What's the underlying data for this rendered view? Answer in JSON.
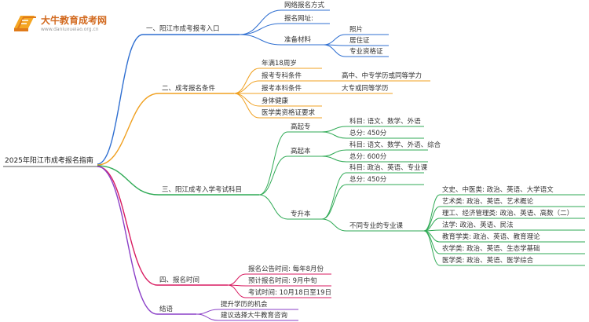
{
  "brand": {
    "name": "大牛教育成考网",
    "url": "www.daniuxueiao.org.cn"
  },
  "colors": {
    "blue": "#2f6fd1",
    "orange": "#f0a020",
    "green": "#2faa55",
    "red": "#d81b60",
    "purple": "#8a3fc7"
  },
  "root": "2025年阳江市成考报名指南",
  "b1": {
    "label": "一、阳江市成考报考入口",
    "i1": "网络报名方式",
    "i2": "报名网址:",
    "i3": "准备材料",
    "m1": "照片",
    "m2": "居住证",
    "m3": "专业资格证"
  },
  "b2": {
    "label": "二、成考报名条件",
    "c1": "年满18周岁",
    "c2": "报考专科条件",
    "c2v": "高中、中专学历或同等学力",
    "c3": "报考本科条件",
    "c3v": "大专或同等学历",
    "c4": "身体健康",
    "c5": "医学类资格证要求"
  },
  "b3": {
    "label": "三、阳江成考入学考试科目",
    "gqz": {
      "label": "高起专",
      "s": "科目: 语文、数学、外语",
      "t": "总分: 450分"
    },
    "gqb": {
      "label": "高起本",
      "s": "科目: 语文、数学、外语、综合",
      "t": "总分: 600分"
    },
    "zsb": {
      "label": "专升本",
      "s": "科目: 政治、英语、专业课",
      "t": "总分: 450分",
      "diff": "不同专业的专业课",
      "majors": [
        "文史、中医类: 政治、英语、大学语文",
        "艺术类: 政治、英语、艺术概论",
        "理工、经济管理类: 政治、英语、高数（二）",
        "法学: 政治、英语、民法",
        "教育学类: 政治、英语、教育理论",
        "农学类: 政治、英语、生态学基础",
        "医学类: 政治、英语、医学综合"
      ]
    }
  },
  "b4": {
    "label": "四、报名时间",
    "a": "报名公告时间: 每年8月份",
    "b": "预计报名时间: 9月中旬",
    "c": "考试时间: 10月18日至19日"
  },
  "b5": {
    "label": "结语",
    "a": "提升学历的机会",
    "b": "建议选择大牛教育咨询"
  }
}
